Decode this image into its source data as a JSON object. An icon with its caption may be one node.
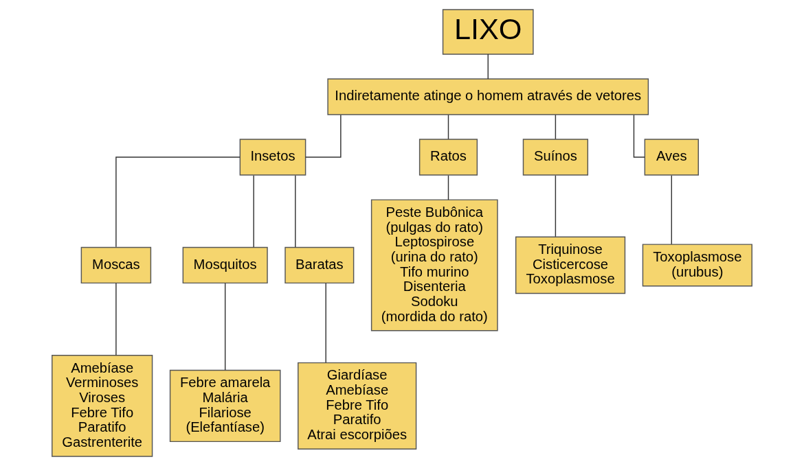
{
  "diagram": {
    "nodes": [
      {
        "text": [
          "LIXO"
        ]
      },
      {
        "text": [
          "Indiretamente atinge o homem através de vetores"
        ]
      },
      {
        "text": [
          "Insetos"
        ]
      },
      {
        "text": [
          "Ratos"
        ]
      },
      {
        "text": [
          "Suínos"
        ]
      },
      {
        "text": [
          "Aves"
        ]
      },
      {
        "text": [
          "Moscas"
        ]
      },
      {
        "text": [
          "Mosquitos"
        ]
      },
      {
        "text": [
          "Baratas"
        ]
      },
      {
        "text": [
          "Amebíase",
          "Verminoses",
          "Viroses",
          "Febre Tifo",
          "Paratifo",
          "Gastrenterite"
        ]
      },
      {
        "text": [
          "Febre amarela",
          "Malária",
          "Filariose",
          "(Elefantíase)"
        ]
      },
      {
        "text": [
          "Giardíase",
          "Amebíase",
          "Febre Tifo",
          "Paratifo",
          "Atrai escorpiões"
        ]
      },
      {
        "text": [
          "Peste Bubônica",
          "(pulgas do rato)",
          "Leptospirose",
          "(urina do rato)",
          "Tifo murino",
          "Disenteria",
          "Sodoku",
          "(mordida do rato)"
        ]
      },
      {
        "text": [
          "Triquinose",
          "Cisticercose",
          "Toxoplasmose"
        ]
      },
      {
        "text": [
          "Toxoplasmose",
          "(urubus)"
        ]
      }
    ],
    "edges": [
      {
        "from": 0,
        "to": 1,
        "arrow": "none"
      },
      {
        "from": 1,
        "to": 2,
        "arrow": "none"
      },
      {
        "from": 1,
        "to": 3,
        "arrow": "none"
      },
      {
        "from": 1,
        "to": 4,
        "arrow": "none"
      },
      {
        "from": 1,
        "to": 5,
        "arrow": "none"
      },
      {
        "from": 2,
        "to": 6,
        "arrow": "none"
      },
      {
        "from": 2,
        "to": 7,
        "arrow": "none"
      },
      {
        "from": 2,
        "to": 8,
        "arrow": "none"
      },
      {
        "from": 6,
        "to": 9,
        "arrow": "none"
      },
      {
        "from": 7,
        "to": 10,
        "arrow": "none"
      },
      {
        "from": 8,
        "to": 11,
        "arrow": "none"
      },
      {
        "from": 3,
        "to": 12,
        "arrow": "none"
      },
      {
        "from": 4,
        "to": 13,
        "arrow": "none"
      },
      {
        "from": 5,
        "to": 14,
        "arrow": "none"
      }
    ]
  }
}
